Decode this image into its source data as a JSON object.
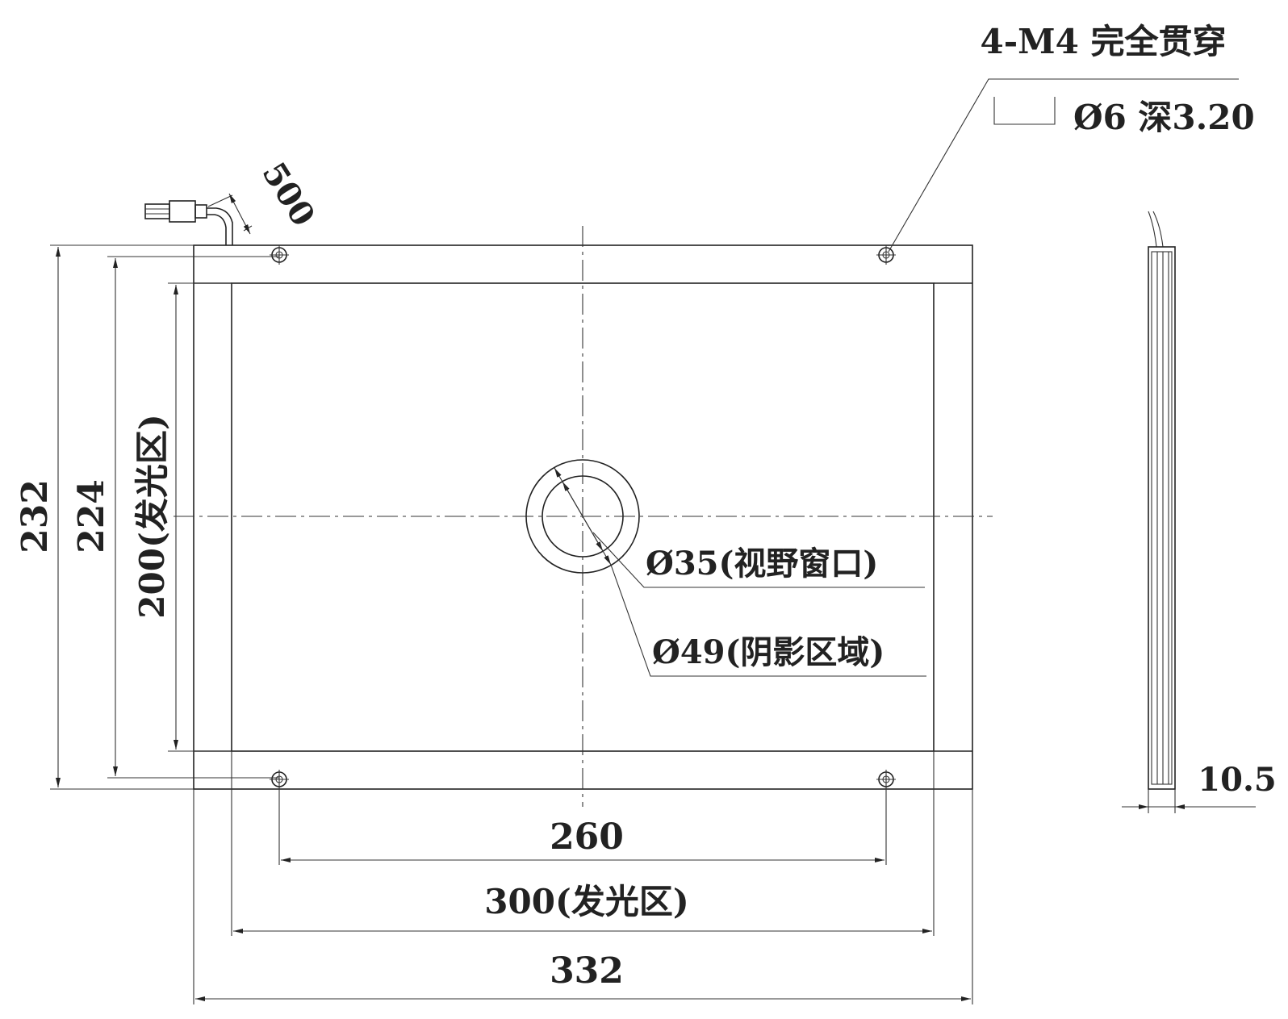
{
  "drawing": {
    "dimensions": {
      "total_width": "332",
      "emitting_width": "300(发光区)",
      "hole_spacing": "260",
      "total_height": "232",
      "inner_height": "224",
      "emitting_height": "200(发光区)",
      "cable_length": "500",
      "thickness": "10.5"
    },
    "callouts": {
      "holes": "4-M4 完全贯穿",
      "counterbore": "Ø6 深3.20",
      "view_window": "Ø35(视野窗口)",
      "shadow_area": "Ø49(阴影区域)"
    }
  }
}
